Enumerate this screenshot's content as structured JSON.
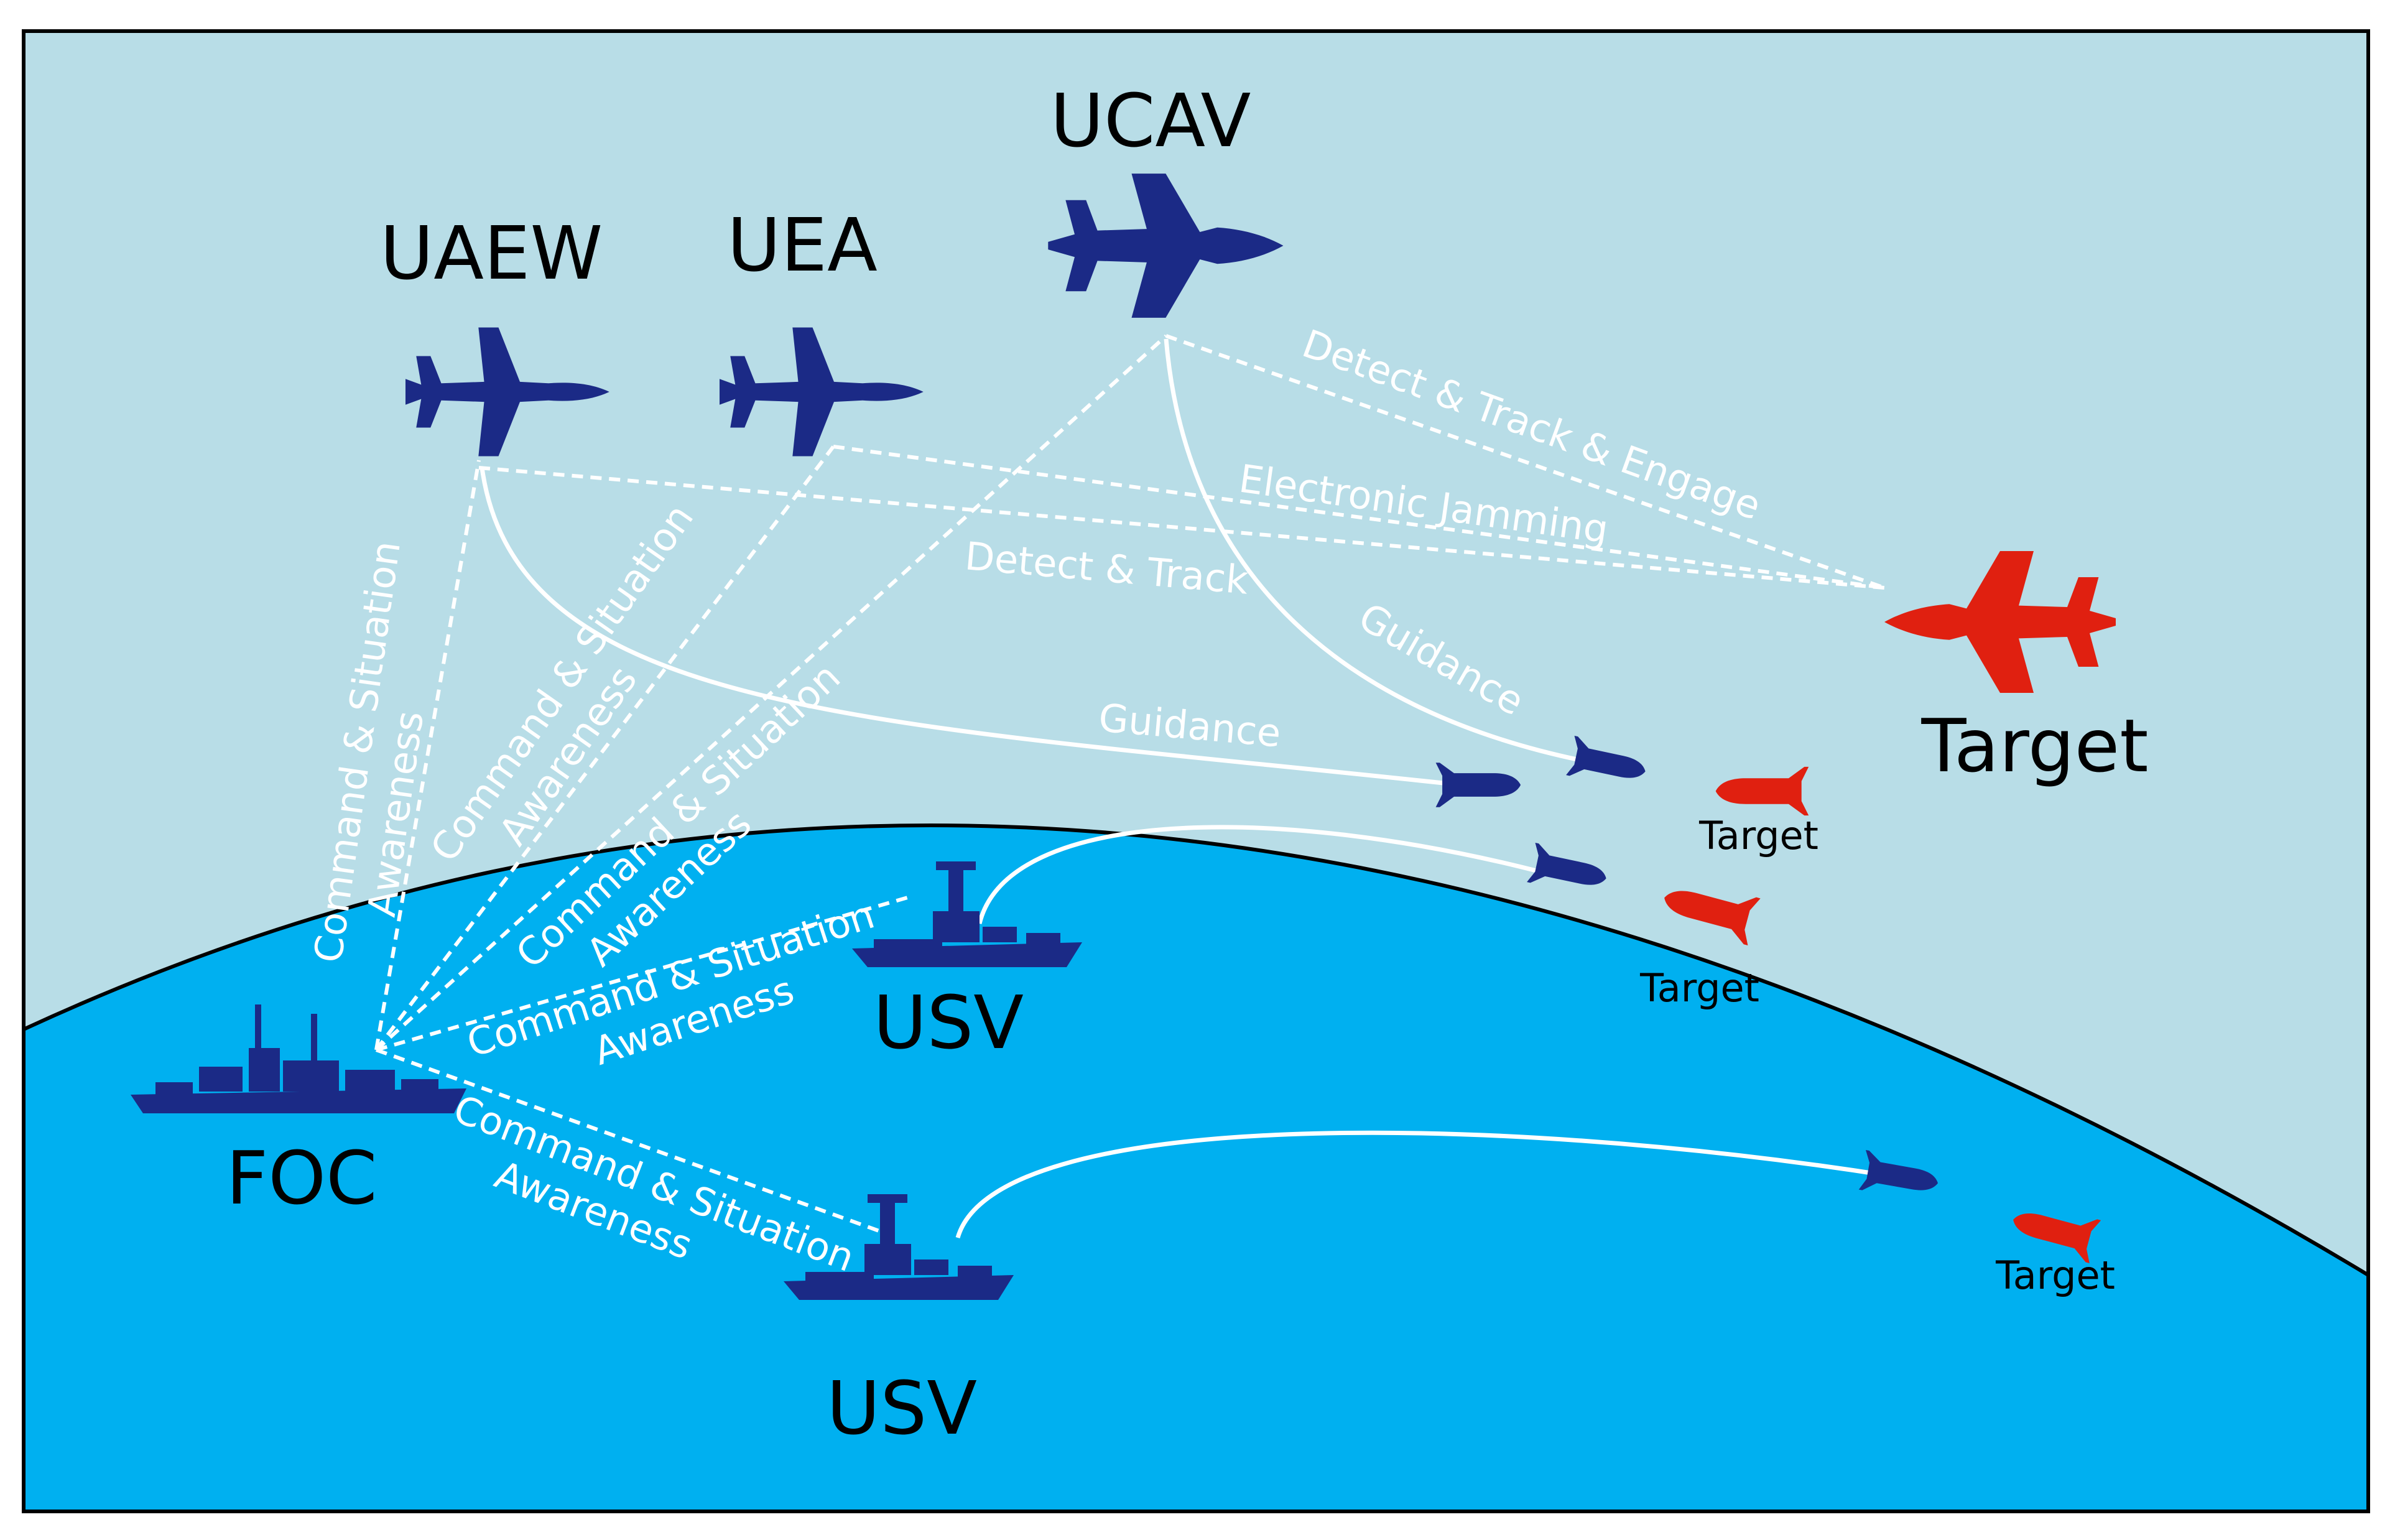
{
  "nodes": {
    "ucav": "UCAV",
    "uaew": "UAEW",
    "uea": "UEA",
    "target_aircraft": "Target",
    "foc": "FOC",
    "usv_upper": "USV",
    "usv_lower": "USV",
    "target_small_1": "Target",
    "target_small_2": "Target",
    "target_small_3": "Target"
  },
  "links": {
    "ucav_target": "Detect & Track & Engage",
    "uea_target": "Electronic Jamming",
    "uaew_target": "Detect & Track",
    "ucav_guidance": "Guidance",
    "uaew_guidance": "Guidance",
    "foc_uaew": [
      "Command & Situation",
      "Awareness"
    ],
    "foc_uea": [
      "Command & Situation",
      "Awareness"
    ],
    "foc_ucav": [
      "Command & Situation",
      "Awareness"
    ],
    "foc_usv_upper": [
      "Command & Situation",
      "Awareness"
    ],
    "foc_usv_lower": [
      "Command & Situation",
      "Awareness"
    ]
  },
  "colors": {
    "sky": "#b8dde7",
    "sea": "#00b0f0",
    "friendly": "#1b2a86",
    "hostile": "#e02010",
    "link_line": "#ffffff",
    "label_text": "#000000"
  },
  "icons": {
    "uaew": "fighter-jet-icon",
    "uea": "fighter-jet-icon",
    "ucav": "stealth-jet-icon",
    "target_aircraft": "stealth-jet-icon",
    "foc": "destroyer-ship-icon",
    "usv": "patrol-boat-icon",
    "missile_friendly": "missile-icon",
    "missile_hostile": "missile-icon"
  }
}
